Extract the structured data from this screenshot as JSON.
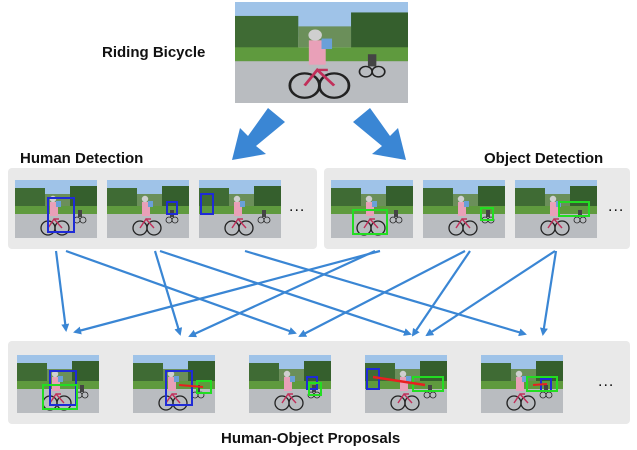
{
  "action_label": "Riding Bicycle",
  "human_detection_label": "Human Detection",
  "object_detection_label": "Object Detection",
  "proposals_label": "Human-Object Proposals",
  "ellipsis": "...",
  "colors": {
    "human_box": "#1f2bd6",
    "object_box": "#22dd22",
    "interaction_line": "#e82020",
    "arrow": "#3a86d4",
    "panel": "#e9e9e9"
  }
}
